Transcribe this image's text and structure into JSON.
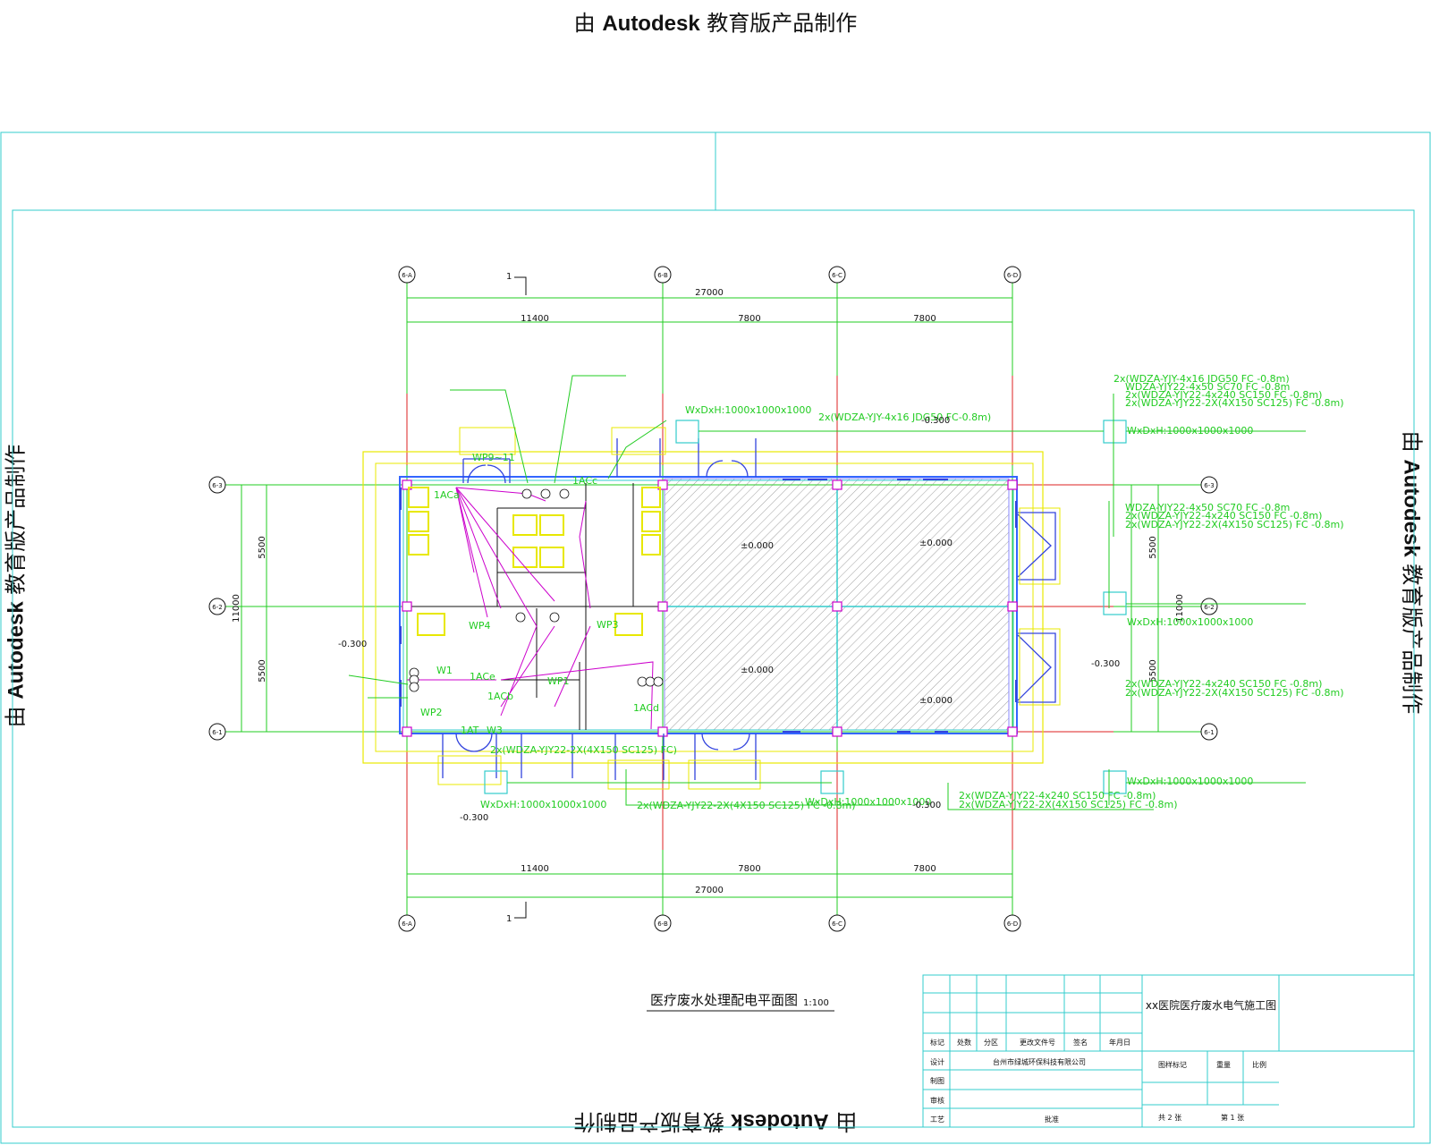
{
  "watermark": {
    "prefix": "由 ",
    "brand": "Autodesk",
    "suffix": " 教育版产品制作"
  },
  "axes": {
    "vertical": [
      "6-A",
      "6-B",
      "6-C",
      "6-D"
    ],
    "horizontal": [
      "6-3",
      "6-2",
      "6-1"
    ]
  },
  "dimensions": {
    "total_width": "27000",
    "bays": [
      "11400",
      "7800",
      "7800"
    ],
    "rows": [
      "5500",
      "5500"
    ],
    "total_height": "11000"
  },
  "section_mark": "1",
  "cable_labels": {
    "top_mid": "2x(WDZA-YJY-4x16 JDG50 FC-0.8m)",
    "top_right": [
      "2x(WDZA-YJY-4x16 JDG50 FC -0.8m)",
      "WDZA-YJY22-4x50 SC70 FC -0.8m",
      "2x(WDZA-YJY22-4x240 SC150 FC -0.8m)",
      "2x(WDZA-YJY22-2X(4X150 SC125) FC -0.8m)"
    ],
    "right_mid": [
      "WDZA-YJY22-4x50 SC70 FC -0.8m",
      "2x(WDZA-YJY22-4x240 SC150 FC -0.8m)",
      "2x(WDZA-YJY22-2X(4X150 SC125) FC -0.8m)"
    ],
    "right_low": [
      "2x(WDZA-YJY22-4x240 SC150 FC -0.8m)",
      "2x(WDZA-YJY22-2X(4X150 SC125) FC -0.8m)"
    ],
    "bottom_left": "2x(WDZA-YJY22-2X(4X150 SC125) FC)",
    "bottom_mid": "2x(WDZA-YJY22-2X(4X150 SC125) FC -0.8m)",
    "bottom_right": [
      "2x(WDZA-YJY22-4x240 SC150 FC -0.8m)",
      "2x(WDZA-YJY22-2X(4X150 SC125) FC -0.8m)"
    ]
  },
  "pits": {
    "top_mid": "WxDxH:1000x1000x1000",
    "top_right": "WxDxH:1000x1000x1000",
    "right_mid": "WxDxH:1000x1000x1000",
    "bottom_right": "WxDxH:1000x1000x1000",
    "bottom_left": "WxDxH:1000x1000x1000",
    "bottom_mid": "WxDxH:1000x1000x1000"
  },
  "levels": {
    "minus": "-0.300",
    "zero": "±0.000"
  },
  "panels": [
    "1ACa",
    "1ACc",
    "1ACe",
    "1ACd",
    "1ACb",
    "1AT",
    "WP1",
    "WP2",
    "WP3",
    "WP4",
    "WP9~11",
    "W1",
    "W3"
  ],
  "drawing_title": "医疗废水处理配电平面图",
  "scale": "1:100",
  "title_block": {
    "project": "xx医院医疗废水电气施工图",
    "company": "台州市绿城环保科技有限公司",
    "row_labels": [
      "标记",
      "设计",
      "制图",
      "审核",
      "工艺"
    ],
    "header": [
      "处数",
      "分区",
      "更改文件号",
      "签名",
      "年月日"
    ],
    "right_header": [
      "图样标记",
      "重量",
      "比例"
    ],
    "sheet_total": "共 2 张",
    "sheet_no": "第 1 张",
    "approve": "批准"
  }
}
